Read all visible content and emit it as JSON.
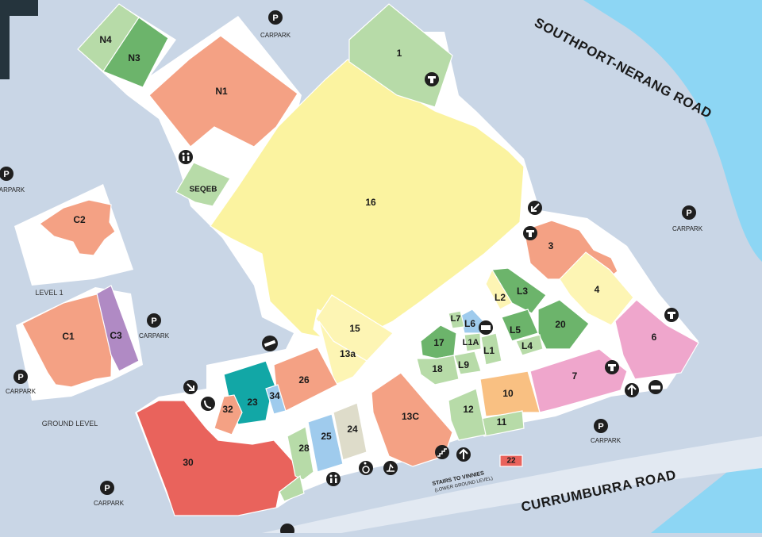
{
  "roads": {
    "north": "SOUTHPORT-NERANG ROAD",
    "south": "CURRUMBURRA ROAD"
  },
  "levels": {
    "upper": "LEVEL 1",
    "ground": "GROUND LEVEL"
  },
  "parking": {
    "symbol": "P",
    "label": "CARPARK"
  },
  "stairs_note": {
    "line1": "STAIRS TO VINNIES",
    "line2": "(LOWER GROUND LEVEL)"
  },
  "colors": {
    "yellow": "#fbf3a0",
    "light_yellow": "#fdf5b4",
    "salmon": "#f4a184",
    "light_green": "#b7dba8",
    "green": "#6cb46b",
    "red": "#e9635c",
    "teal": "#12a7a6",
    "light_blue": "#9fcbed",
    "purple": "#b08ac4",
    "pink": "#efa6cc",
    "orange": "#f9c082",
    "beige": "#dedcca",
    "water": "#8dd6f4",
    "ground": "#c9d6e6",
    "white_area": "#ffffff"
  },
  "units": {
    "n1": "N1",
    "n3": "N3",
    "n4": "N4",
    "seqeb": "SEQEB",
    "u1": "1",
    "u16": "16",
    "c1": "C1",
    "c2": "C2",
    "c3": "C3",
    "u3": "3",
    "u4": "4",
    "u6": "6",
    "u7": "7",
    "l2": "L2",
    "l3": "L3",
    "l4": "L4",
    "l5": "L5",
    "l6": "L6",
    "l7": "L7",
    "l9": "L9",
    "l1": "L1",
    "l1a": "L1A",
    "u20": "20",
    "u17": "17",
    "u18": "18",
    "u15": "15",
    "u13a": "13a",
    "u13c": "13C",
    "u10": "10",
    "u11": "11",
    "u12": "12",
    "u22": "22",
    "u23": "23",
    "u24": "24",
    "u25": "25",
    "u26": "26",
    "u28": "28",
    "u30": "30",
    "u32": "32",
    "u34": "34"
  },
  "icons": [
    "toilets-icon",
    "parents-room-icon",
    "lift-icon",
    "escalator-icon",
    "arrow-icon",
    "wheelchair-icon",
    "phone-icon",
    "no-entry-icon",
    "taxi-icon",
    "atm-icon"
  ]
}
